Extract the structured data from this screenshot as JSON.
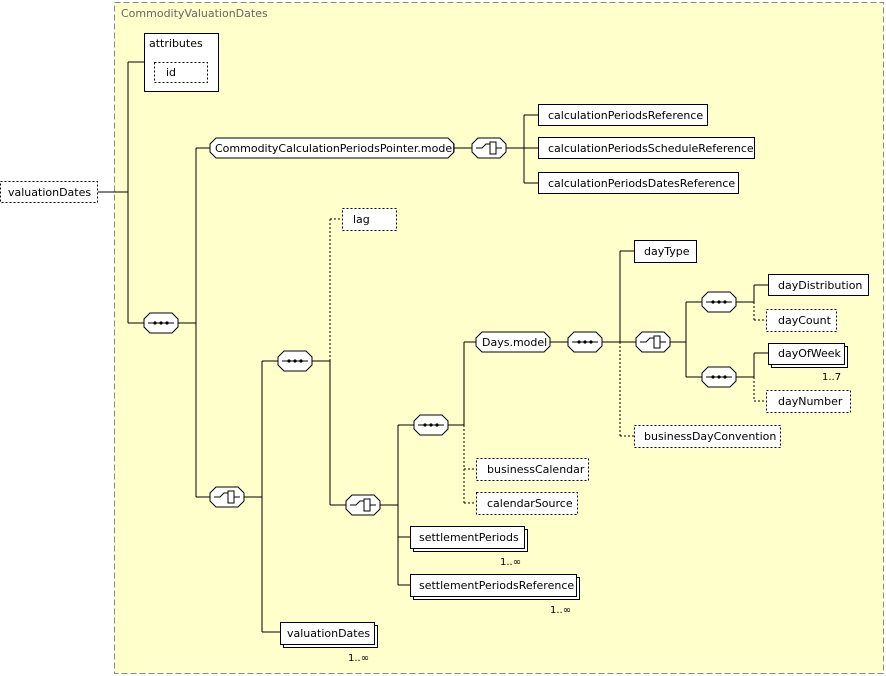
{
  "diagram": {
    "title": "CommodityValuationDates",
    "root": "valuationDates",
    "attributes": {
      "header": "attributes",
      "items": [
        "id"
      ]
    },
    "elements": {
      "ccpp_model": "CommodityCalculationPeriodsPointer.model",
      "calc_ref": "calculationPeriodsReference",
      "calc_sched_ref": "calculationPeriodsScheduleReference",
      "calc_dates_ref": "calculationPeriodsDatesReference",
      "lag": "lag",
      "days_model": "Days.model",
      "day_type": "dayType",
      "day_distribution": "dayDistribution",
      "day_count": "dayCount",
      "day_of_week": "dayOfWeek",
      "day_number": "dayNumber",
      "business_day_convention": "businessDayConvention",
      "business_calendar": "businessCalendar",
      "calendar_source": "calendarSource",
      "settlement_periods": "settlementPeriods",
      "settlement_periods_reference": "settlementPeriodsReference",
      "valuation_dates_inner": "valuationDates"
    },
    "multiplicities": {
      "day_of_week": "1..7",
      "settlement_periods": "1..∞",
      "settlement_periods_reference": "1..∞",
      "valuation_dates_inner": "1..∞"
    }
  }
}
